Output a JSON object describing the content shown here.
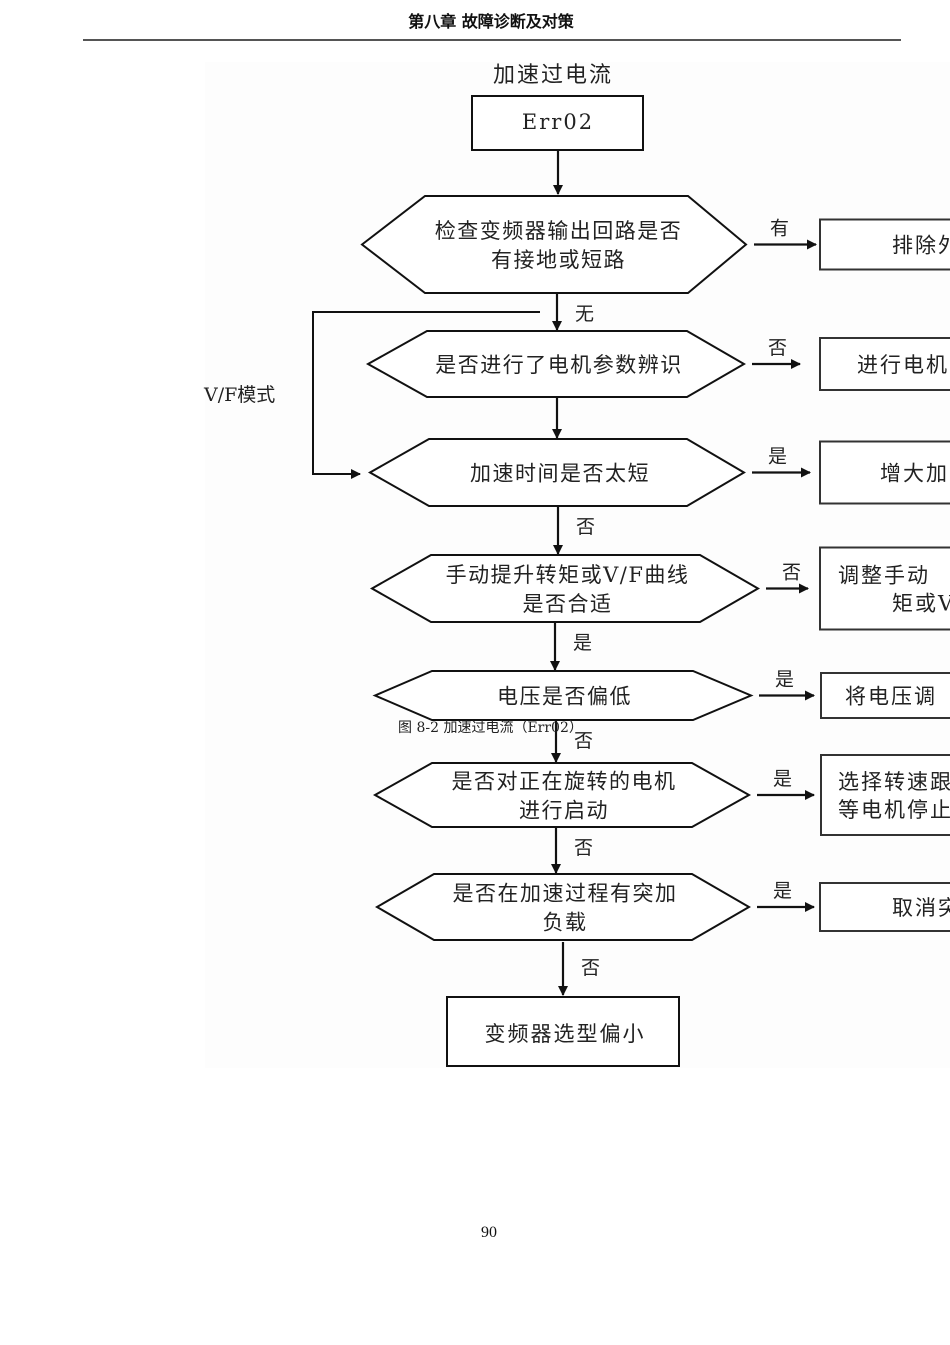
{
  "header": {
    "chapter_title": "第八章  故障诊断及对策"
  },
  "figure": {
    "title": "加速过电流",
    "caption": "图 8-2  加速过电流（Err02）",
    "start_box": {
      "label": "Err02"
    },
    "side_loop_label": "V/F模式",
    "decisions": [
      {
        "id": "check-output-circuit",
        "lines": [
          "检查变频器输出回路是否",
          "有接地或短路"
        ],
        "down_label": "无",
        "right_label": "有",
        "action_lines": [
          "排除外"
        ]
      },
      {
        "id": "motor-param-identified",
        "lines": [
          "是否进行了电机参数辨识"
        ],
        "down_label": "",
        "right_label": "否",
        "action_lines": [
          "进行电机"
        ]
      },
      {
        "id": "accel-time-too-short",
        "lines": [
          "加速时间是否太短"
        ],
        "down_label": "否",
        "right_label": "是",
        "action_lines": [
          "增大加"
        ]
      },
      {
        "id": "torque-boost-vf-curve",
        "lines": [
          "手动提升转矩或V/F曲线",
          "是否合适"
        ],
        "down_label": "是",
        "right_label": "否",
        "action_lines": [
          "调整手动",
          "矩或V"
        ]
      },
      {
        "id": "voltage-low",
        "lines": [
          "电压是否偏低"
        ],
        "down_label": "否",
        "right_label": "是",
        "action_lines": [
          "将电压调"
        ]
      },
      {
        "id": "start-rotating-motor",
        "lines": [
          "是否对正在旋转的电机",
          "进行启动"
        ],
        "down_label": "否",
        "right_label": "是",
        "action_lines": [
          "选择转速跟",
          "等电机停止"
        ]
      },
      {
        "id": "sudden-load",
        "lines": [
          "是否在加速过程有突加",
          "负载"
        ],
        "down_label": "否",
        "right_label": "是",
        "action_lines": [
          "取消突"
        ]
      }
    ],
    "end_box": {
      "label": "变频器选型偏小"
    }
  },
  "footer": {
    "page_number": "90"
  }
}
